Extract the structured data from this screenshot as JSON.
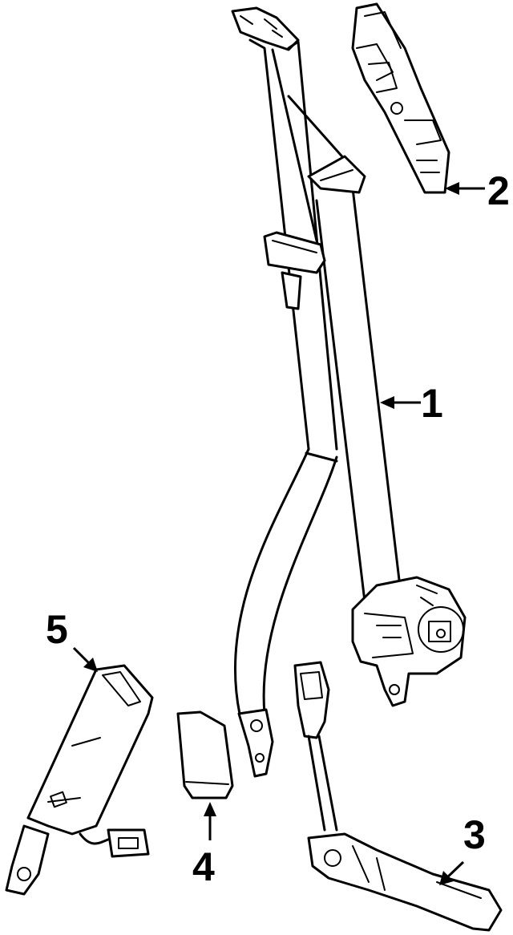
{
  "callouts": {
    "c1": "1",
    "c2": "2",
    "c3": "3",
    "c4": "4",
    "c5": "5"
  }
}
